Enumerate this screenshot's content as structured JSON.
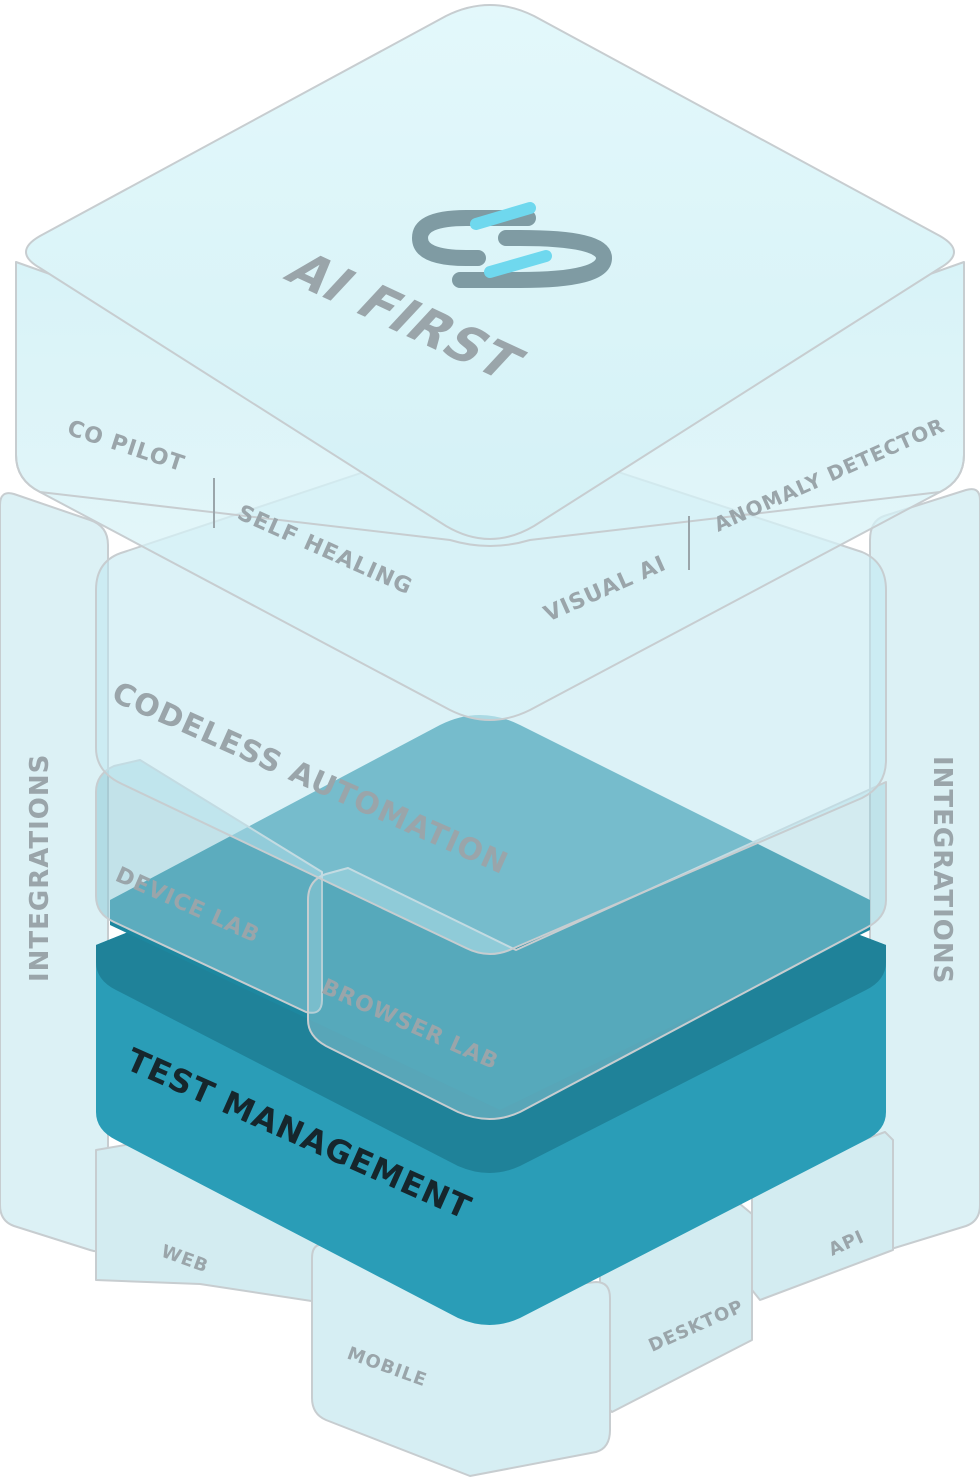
{
  "diagram": {
    "top_layer": {
      "title": "AI FIRST",
      "features": [
        "CO PILOT",
        "SELF HEALING",
        "VISUAL AI",
        "ANOMALY DETECTOR"
      ],
      "logo_icon": "infinity-link-icon"
    },
    "middle_layer": {
      "title": "CODELESS AUTOMATION"
    },
    "labs": {
      "left": "DEVICE LAB",
      "right": "BROWSER LAB"
    },
    "base_layer": {
      "title": "TEST MANAGEMENT"
    },
    "side_pillars": {
      "left": "INTEGRATIONS",
      "right": "INTEGRATIONS"
    },
    "platforms": [
      "WEB",
      "MOBILE",
      "DESKTOP",
      "API"
    ],
    "colors": {
      "glass_fill": "#d2f0f5",
      "glass_stroke": "#c7cdd0",
      "teal_light": "#2a9db7",
      "teal_mid": "#20869c",
      "teal_dark": "#1a788c",
      "label_grey": "#9aa5aa",
      "label_dark": "#16262c",
      "logo_grey": "#7f9ba3",
      "logo_cyan": "#6fd8ee"
    }
  }
}
